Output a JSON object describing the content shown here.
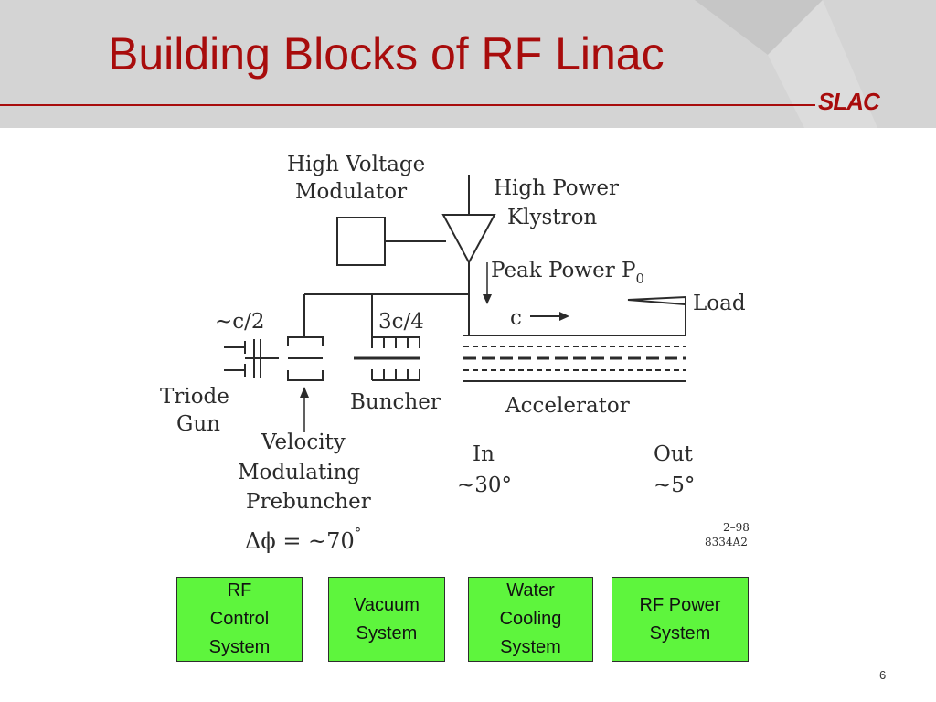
{
  "slide": {
    "title": "Building Blocks of RF Linac",
    "logo": "SLAC",
    "page_number": "6",
    "colors": {
      "title": "#a80c0c",
      "header_band": "#d4d4d4",
      "box_fill": "#5ef53d"
    }
  },
  "diagram": {
    "labels": {
      "modulator_1": "High Voltage",
      "modulator_2": "Modulator",
      "klystron_1": "High Power",
      "klystron_2": "Klystron",
      "peak_power": "Peak Power P",
      "peak_power_sub": "0",
      "load": "Load",
      "gun_spacing": "~c/2",
      "buncher_spacing": "3c/4",
      "beam_speed": "c",
      "triode_1": "Triode",
      "triode_2": "Gun",
      "buncher": "Buncher",
      "accelerator": "Accelerator",
      "prebuncher_1": "Velocity",
      "prebuncher_2": "Modulating",
      "prebuncher_3": "Prebuncher",
      "phase_spread": "Δϕ = ~70",
      "phase_spread_deg": "°",
      "in_1": "In",
      "in_2": "~30°",
      "out_1": "Out",
      "out_2": "~5°",
      "fig_id_1": "2–98",
      "fig_id_2": "8334A2"
    }
  },
  "systems": [
    {
      "label": "RF\nControl\nSystem"
    },
    {
      "label": "Vacuum\nSystem"
    },
    {
      "label": "Water\nCooling\nSystem"
    },
    {
      "label": "RF Power\nSystem"
    }
  ]
}
